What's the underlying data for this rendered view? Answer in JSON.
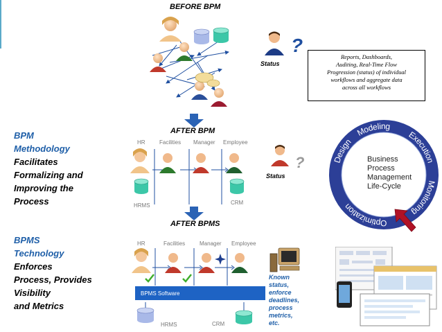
{
  "sections": {
    "before": "BEFORE BPM",
    "after_bpm": "AFTER BPM",
    "after_bpms": "AFTER BPMS"
  },
  "left": {
    "bpm": {
      "line1": "BPM",
      "line2": "Methodology",
      "rest": [
        "Facilitates",
        "Formalizing and",
        "Improving the",
        "Process"
      ]
    },
    "bpms": {
      "line1": "BPMS",
      "line2": "Technology",
      "rest": [
        "Enforces",
        "Process, Provides",
        "Visibility",
        "and Metrics"
      ]
    }
  },
  "status": {
    "label": "Status",
    "question": "?",
    "callout": [
      "Reports, Dashboards,",
      "Auditing, Real-Time Flow",
      "Progression (status) of individual",
      "workflows and aggregate data",
      "across all workflows"
    ]
  },
  "after_bpm": {
    "roles": [
      "HR",
      "Facilities",
      "Manager",
      "Employee"
    ],
    "systems": [
      "HRMS",
      "CRM"
    ]
  },
  "after_bpms": {
    "roles": [
      "HR",
      "Facilities",
      "Manager",
      "Employee"
    ],
    "bar": "BPMS Software",
    "systems": [
      "HRMS",
      "CRM"
    ],
    "known": [
      "Known",
      "status,",
      "enforce",
      "deadlines,",
      "process",
      "metrics,",
      "etc."
    ]
  },
  "lifecycle": {
    "center": [
      "Business",
      "Process",
      "Management",
      "Life-Cycle"
    ],
    "ring": [
      "Design",
      "Modeling",
      "Execution",
      "Monitoring",
      "Optimization"
    ]
  },
  "colors": {
    "accent_blue": "#1f5fa8",
    "question_blue": "#1f4fa0",
    "question_grey": "#9a9a9a",
    "ring": "#2c3f97",
    "bar": "#1e63c4",
    "arrow_red": "#b11226"
  }
}
